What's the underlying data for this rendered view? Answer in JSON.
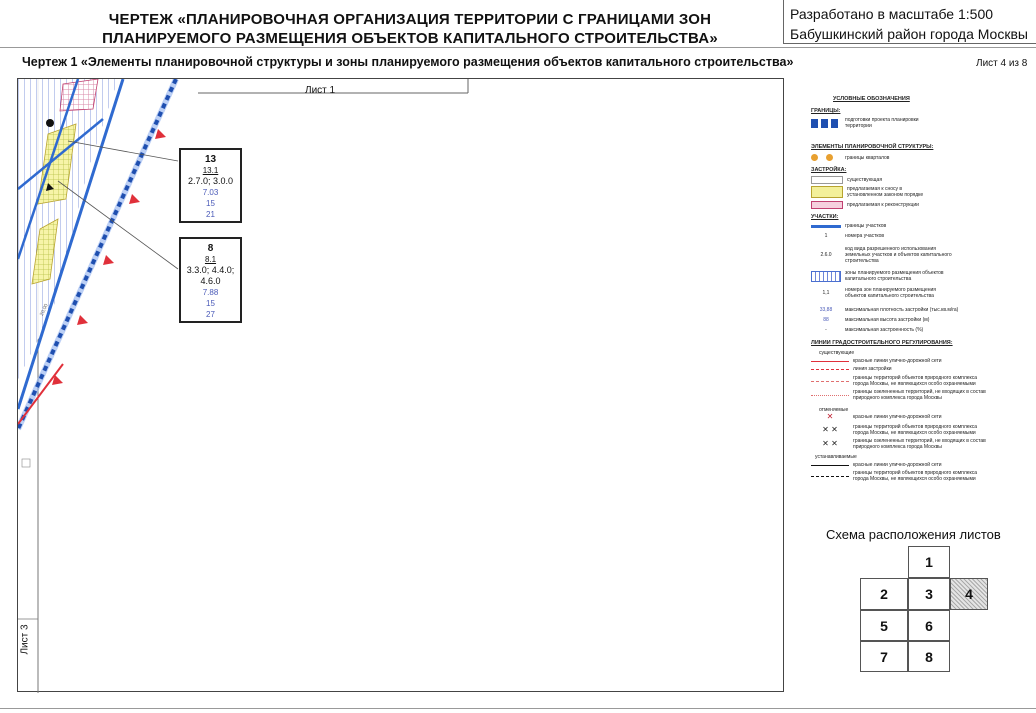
{
  "header": {
    "title_line1": "ЧЕРТЕЖ «ПЛАНИРОВОЧНАЯ ОРГАНИЗАЦИЯ ТЕРРИТОРИИ С ГРАНИЦАМИ ЗОН",
    "title_line2": "ПЛАНИРУЕМОГО РАЗМЕЩЕНИЯ ОБЪЕКТОВ КАПИТАЛЬНОГО СТРОИТЕЛЬСТВА»",
    "stamp_scale": "Разработано в масштабе 1:500",
    "stamp_district": "Бабушкинский район города Москвы",
    "subtitle": "Чертеж 1 «Элементы планировочной структуры и зоны планируемого размещения объектов капитального строительства»",
    "sheet_number": "Лист 4 из 8"
  },
  "map": {
    "label_sheet1": "Лист 1",
    "label_sheet3": "Лист 3",
    "road_label": "20,00",
    "box13": {
      "num": "13",
      "zone": "13.1",
      "codes": "2.7.0; 3.0.0",
      "density": "7.03",
      "height": "15",
      "coverage": "21"
    },
    "box8": {
      "num": "8",
      "zone": "8.1",
      "codes1": "3.3.0; 4.4.0;",
      "codes2": "4.6.0",
      "density": "7.88",
      "height": "15",
      "coverage": "27"
    }
  },
  "legend": {
    "title": "УСЛОВНЫЕ ОБОЗНАЧЕНИЯ",
    "boundaries_h": "ГРАНИЦЫ:",
    "boundary_project": "подготовки проекта планировки территории",
    "planning_h": "ЭЛЕМЕНТЫ ПЛАНИРОВОЧНОЙ СТРУКТУРЫ:",
    "quarters": "границы кварталов",
    "building_h": "ЗАСТРОЙКА:",
    "existing": "существующая",
    "demolish": "предлагаемая к сносу в установленном законом порядке",
    "reconstruct": "предлагаемая к реконструкции",
    "plots_h": "УЧАСТКИ:",
    "plot_bounds": "границы участков",
    "plot_numbers": "номера участков",
    "plot_code_num": "2.6.0",
    "plot_code": "код вида разрешенного использования земельных участков и объектов капитального строительства",
    "zones": "зоны планируемого размещения объектов капитального строительства",
    "zone_num_val": "1,1",
    "zone_num": "номера зон планируемого размещения объектов капитального строительства",
    "density_val": "33,88",
    "density": "максимальная плотность застройки (тыс.кв.м/га)",
    "height_val": "88",
    "height": "максимальная высота застройки (м)",
    "coverage_val": "-",
    "coverage": "максимальная застроенность (%)",
    "lines_h": "ЛИНИИ ГРАДОСТРОИТЕЛЬНОГО РЕГУЛИРОВАНИЯ:",
    "existing_h": "существующие",
    "red_lines": "красные линии улично-дорожной сети",
    "build_line": "линия застройки",
    "nature_bounds": "границы территорий объектов природного комплекса города Москвы, не являющихся особо охраняемыми",
    "green_bounds": "границы озелененных территорий, не входящих в состав природного комплекса города Москвы",
    "cancelled_h": "отменяемые",
    "c_red": "красные линии улично-дорожной сети",
    "c_nature": "границы территорий объектов природного комплекса города Москвы, не являющихся особо охраняемыми",
    "c_green": "границы озелененных территорий, не входящих в состав природного комплекса города Москвы",
    "established_h": "устанавливаемые",
    "e_red": "красные линии улично-дорожной сети",
    "e_nature": "границы территорий объектов природного комплекса города Москвы, не являющихся особо охраняемыми"
  },
  "scheme": {
    "title": "Схема расположения листов",
    "cells": [
      "1",
      "2",
      "3",
      "4",
      "5",
      "6",
      "7",
      "8"
    ]
  },
  "colors": {
    "boundary_blue": "#1f5fbf",
    "red_marker": "#e0303a",
    "zone_hatch": "#4a6fd0",
    "orange_dot": "#e8a030",
    "yellow": "#f3f09a"
  }
}
